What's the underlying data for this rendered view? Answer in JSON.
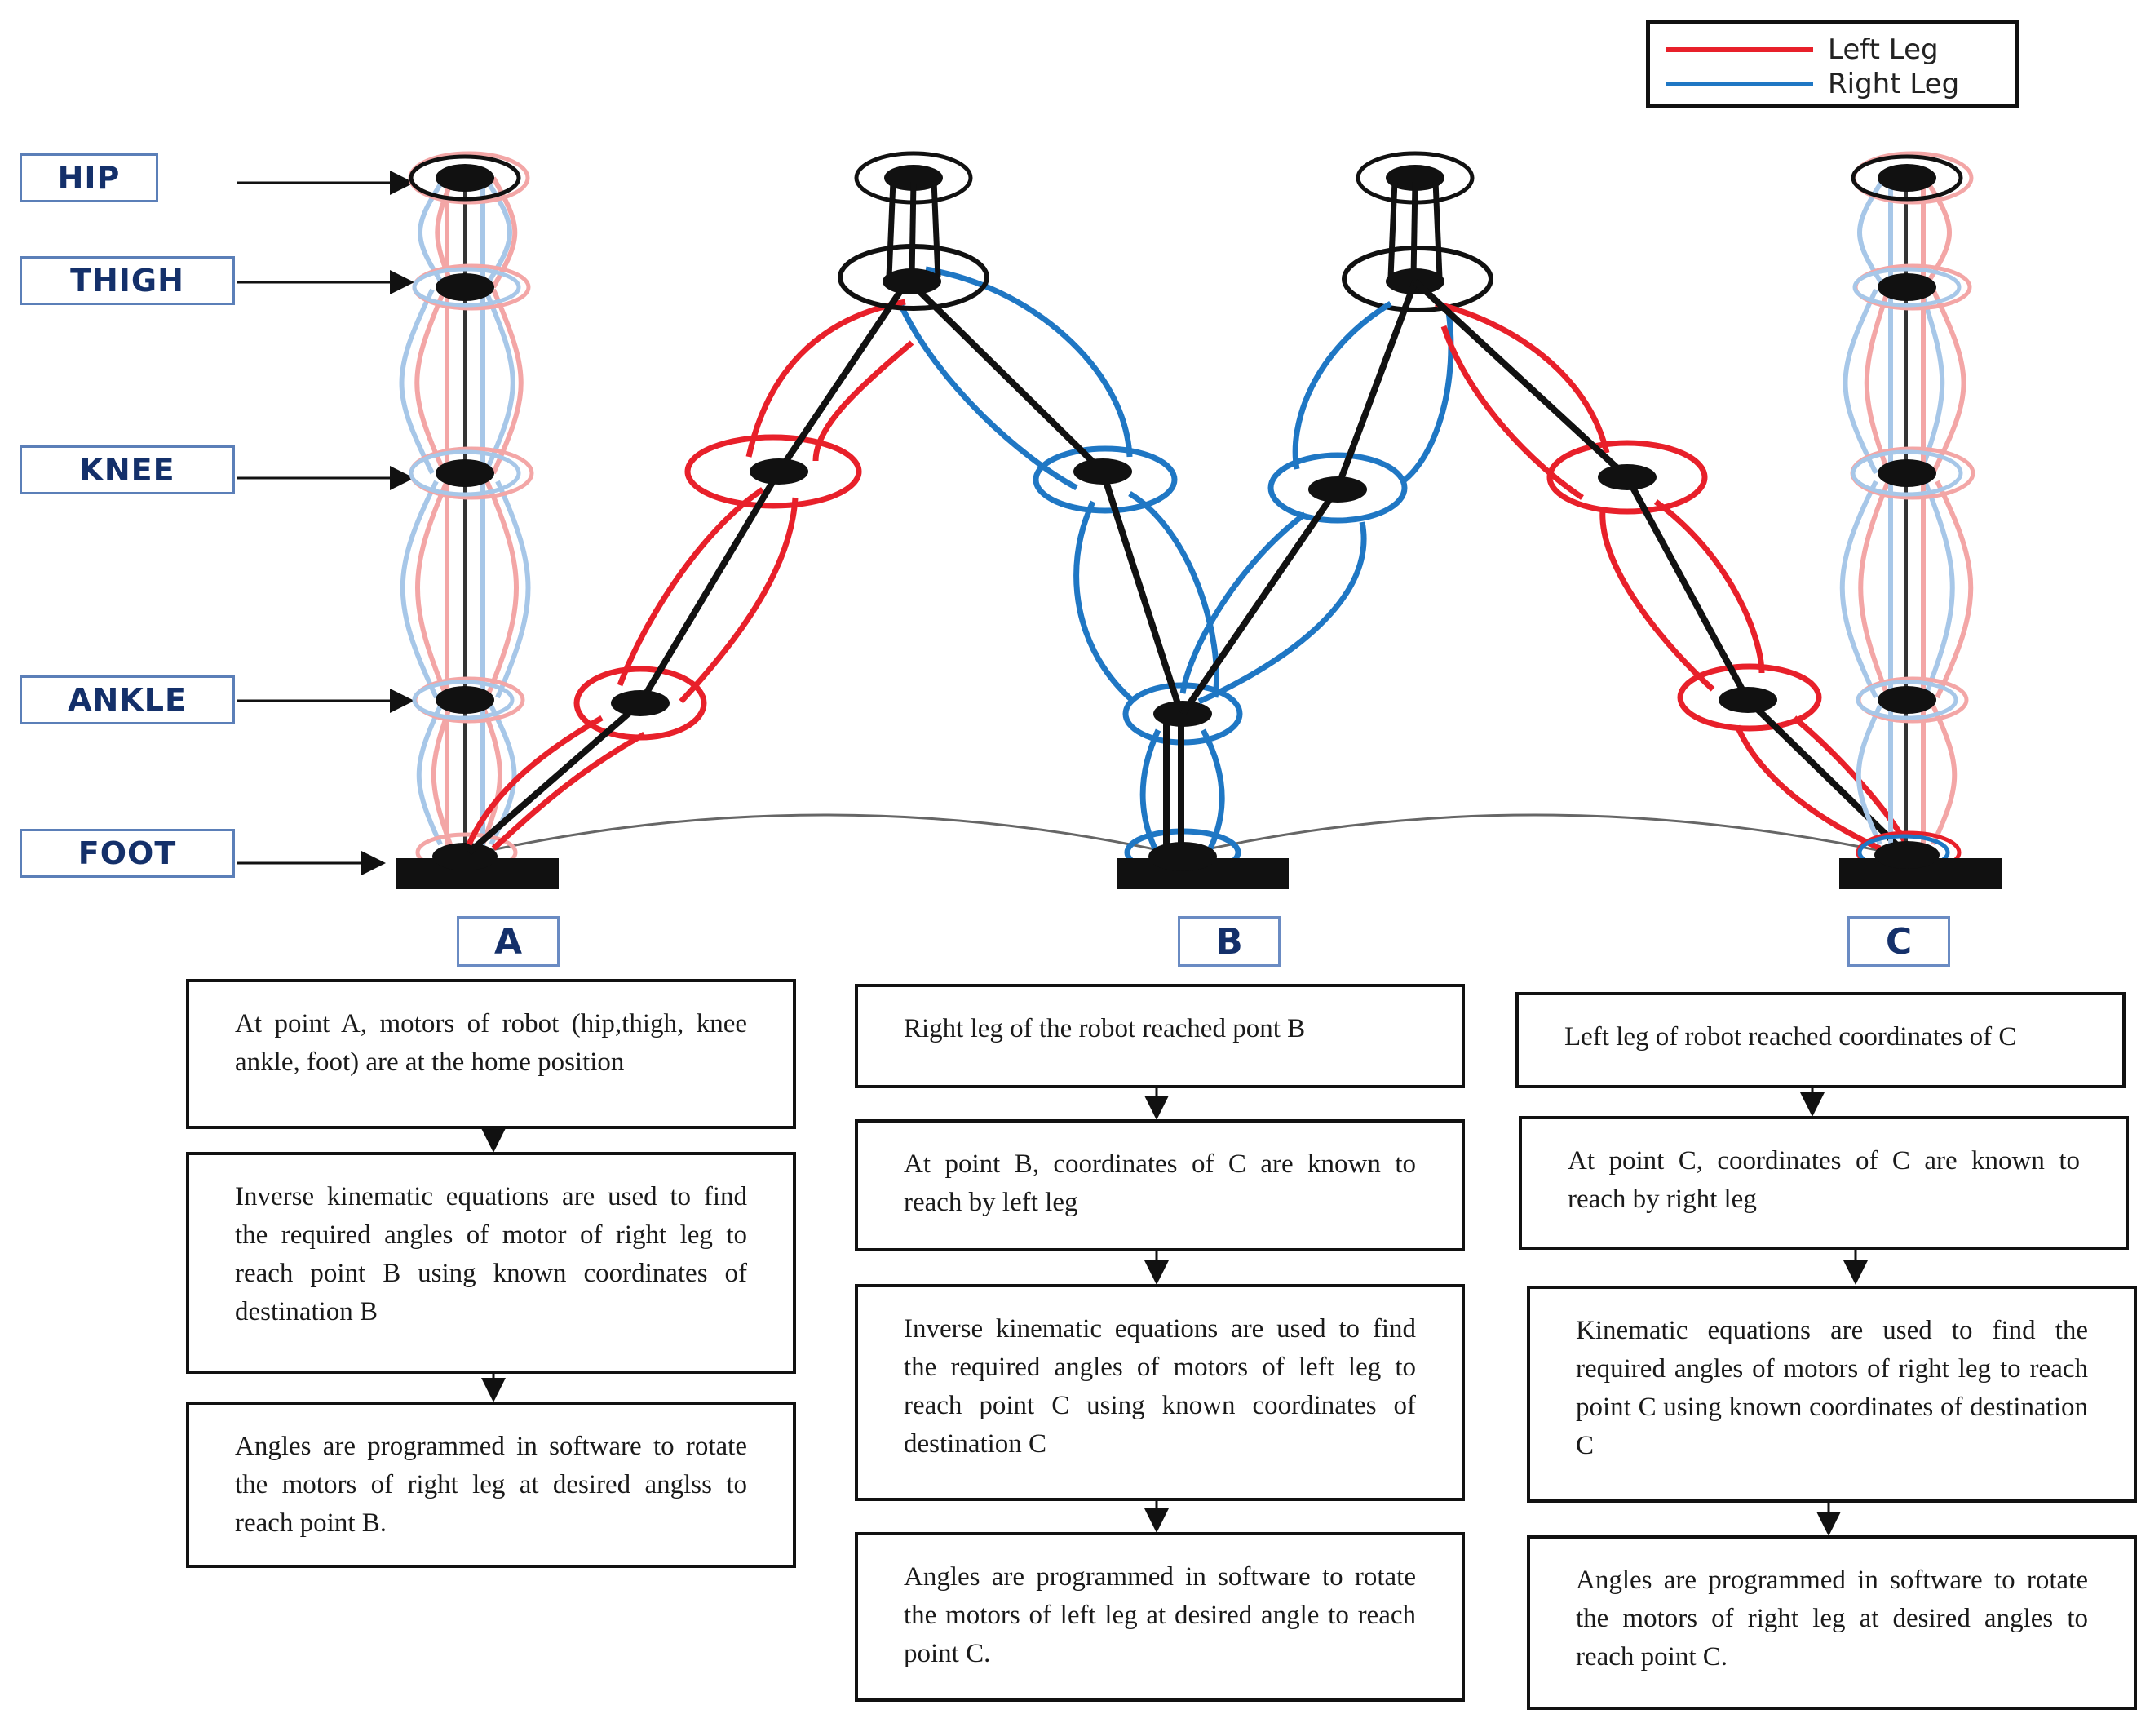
{
  "colors": {
    "left_leg": "#e8202a",
    "right_leg": "#1f77c4",
    "link": "#111111"
  },
  "legend": [
    {
      "label": "Left Leg",
      "color": "#e8202a"
    },
    {
      "label": "Right Leg",
      "color": "#1f77c4"
    }
  ],
  "joints": [
    "HIP",
    "THIGH",
    "KNEE",
    "ANKLE",
    "FOOT"
  ],
  "positions": [
    "A",
    "B",
    "C"
  ],
  "flow": {
    "a": [
      "At point A, motors of robot (hip,thigh, knee ankle, foot) are at the home position",
      "Inverse kinematic equations are used to find the required angles of motor of right leg to reach point B using known coordinates of destination B",
      "Angles are programmed in software to rotate the motors of right leg at desired anglss to reach point B."
    ],
    "b": [
      "Right leg of the robot reached pont B",
      "At point B, coordinates of C are known to reach by left leg",
      "Inverse kinematic equations are used to find the required angles of motors of left leg to reach point C using known coordinates of destination C",
      "Angles are programmed in software to rotate the motors of left leg at desired angle to reach point C."
    ],
    "c": [
      "Left leg of robot reached coordinates of C",
      "At point C, coordinates of C are known to reach by right leg",
      "Kinematic equations are used to find the required angles of motors of right leg to reach point C using known coordinates of destination C",
      "Angles are programmed in software to rotate the motors of right leg at desired angles to reach point C."
    ]
  }
}
